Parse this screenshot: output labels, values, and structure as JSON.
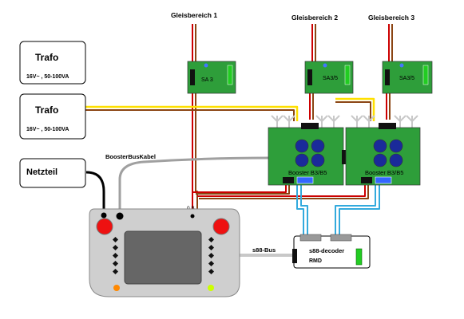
{
  "labels": {
    "track1": "Gleisbereich 1",
    "track2": "Gleisbereich 2",
    "track3": "Gleisbereich 3",
    "booster_bus": "BoosterBusKabel",
    "s88_bus": "s88-Bus",
    "ob_label": "0 B"
  },
  "transformers": [
    {
      "title": "Trafo",
      "spec": "16V~ , 50-100VA"
    },
    {
      "title": "Trafo",
      "spec": "16V~ , 50-100VA"
    }
  ],
  "power_supply": {
    "title": "Netzteil"
  },
  "detectors": [
    {
      "label": "SA 3"
    },
    {
      "label": "SA3/5"
    },
    {
      "label": "SA3/5"
    }
  ],
  "boosters": [
    {
      "label": "Booster B3/B5"
    },
    {
      "label": "Booster B3/B5"
    }
  ],
  "decoder": {
    "title": "s88-decoder",
    "subtitle": "RMD"
  },
  "colors": {
    "board_green": "#2e9e3a",
    "wire_red": "#cc0000",
    "wire_brown": "#8b4513",
    "wire_yellow": "#ffe000",
    "wire_gray": "#a0a0a0",
    "wire_black": "#000000",
    "wire_cyan": "#33aadd",
    "led_green": "#22cc22",
    "knob_blue": "#1a2a9a",
    "central_red": "#ee1111",
    "central_orange": "#ff8800",
    "central_lime": "#ccff00"
  }
}
